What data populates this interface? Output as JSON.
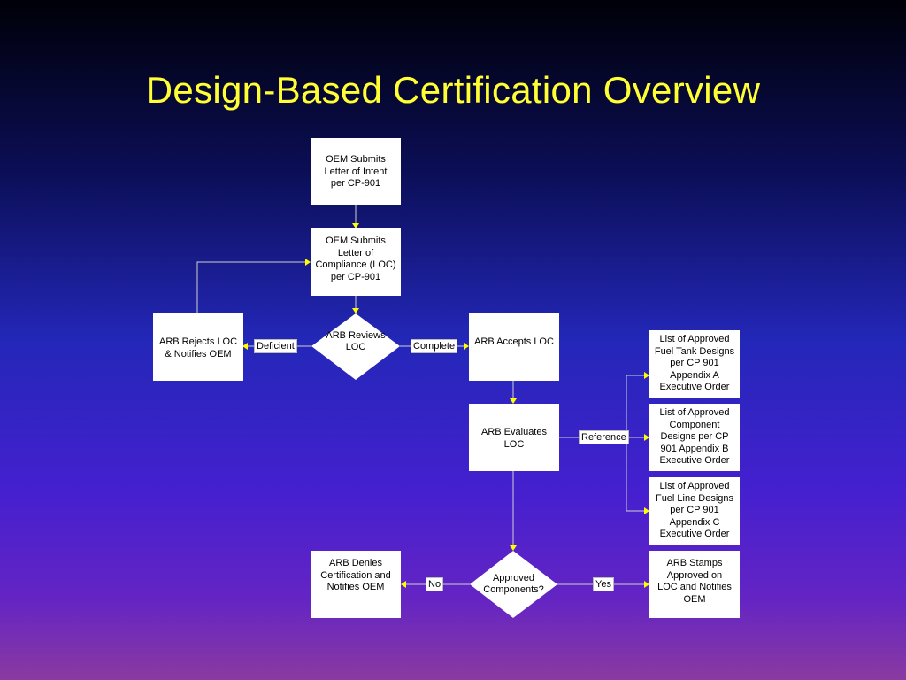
{
  "title": "Design-Based Certification Overview",
  "nodes": {
    "oem_intent": "OEM Submits\nLetter of Intent\nper CP-901",
    "oem_loc": "OEM Submits\nLetter of\nCompliance (LOC)\nper CP-901",
    "arb_reviews": "ARB Reviews\nLOC",
    "arb_rejects": "ARB Rejects LOC\n& Notifies OEM",
    "arb_accepts": "ARB Accepts LOC",
    "arb_evaluates": "ARB Evaluates\nLOC",
    "fuel_tank_list": "List of Approved\nFuel Tank Designs\nper CP 901\nAppendix A\nExecutive Order",
    "component_list": "List of Approved\nComponent\nDesigns per CP\n901 Appendix B\nExecutive Order",
    "fuel_line_list": "List of Approved\nFuel Line Designs\nper CP 901\nAppendix C\nExecutive Order",
    "approved_components": "Approved\nComponents?",
    "arb_denies": "ARB Denies\nCertification and\nNotifies OEM",
    "arb_stamps": "ARB Stamps\nApproved on\nLOC and Notifies\nOEM"
  },
  "edge_labels": {
    "deficient": "Deficient",
    "complete": "Complete",
    "reference": "Reference",
    "no": "No",
    "yes": "Yes"
  },
  "colors": {
    "title": "#ffff33",
    "connector": "#cfcfcf",
    "arrowhead": "#ffff00",
    "node_fill": "#ffffff"
  }
}
